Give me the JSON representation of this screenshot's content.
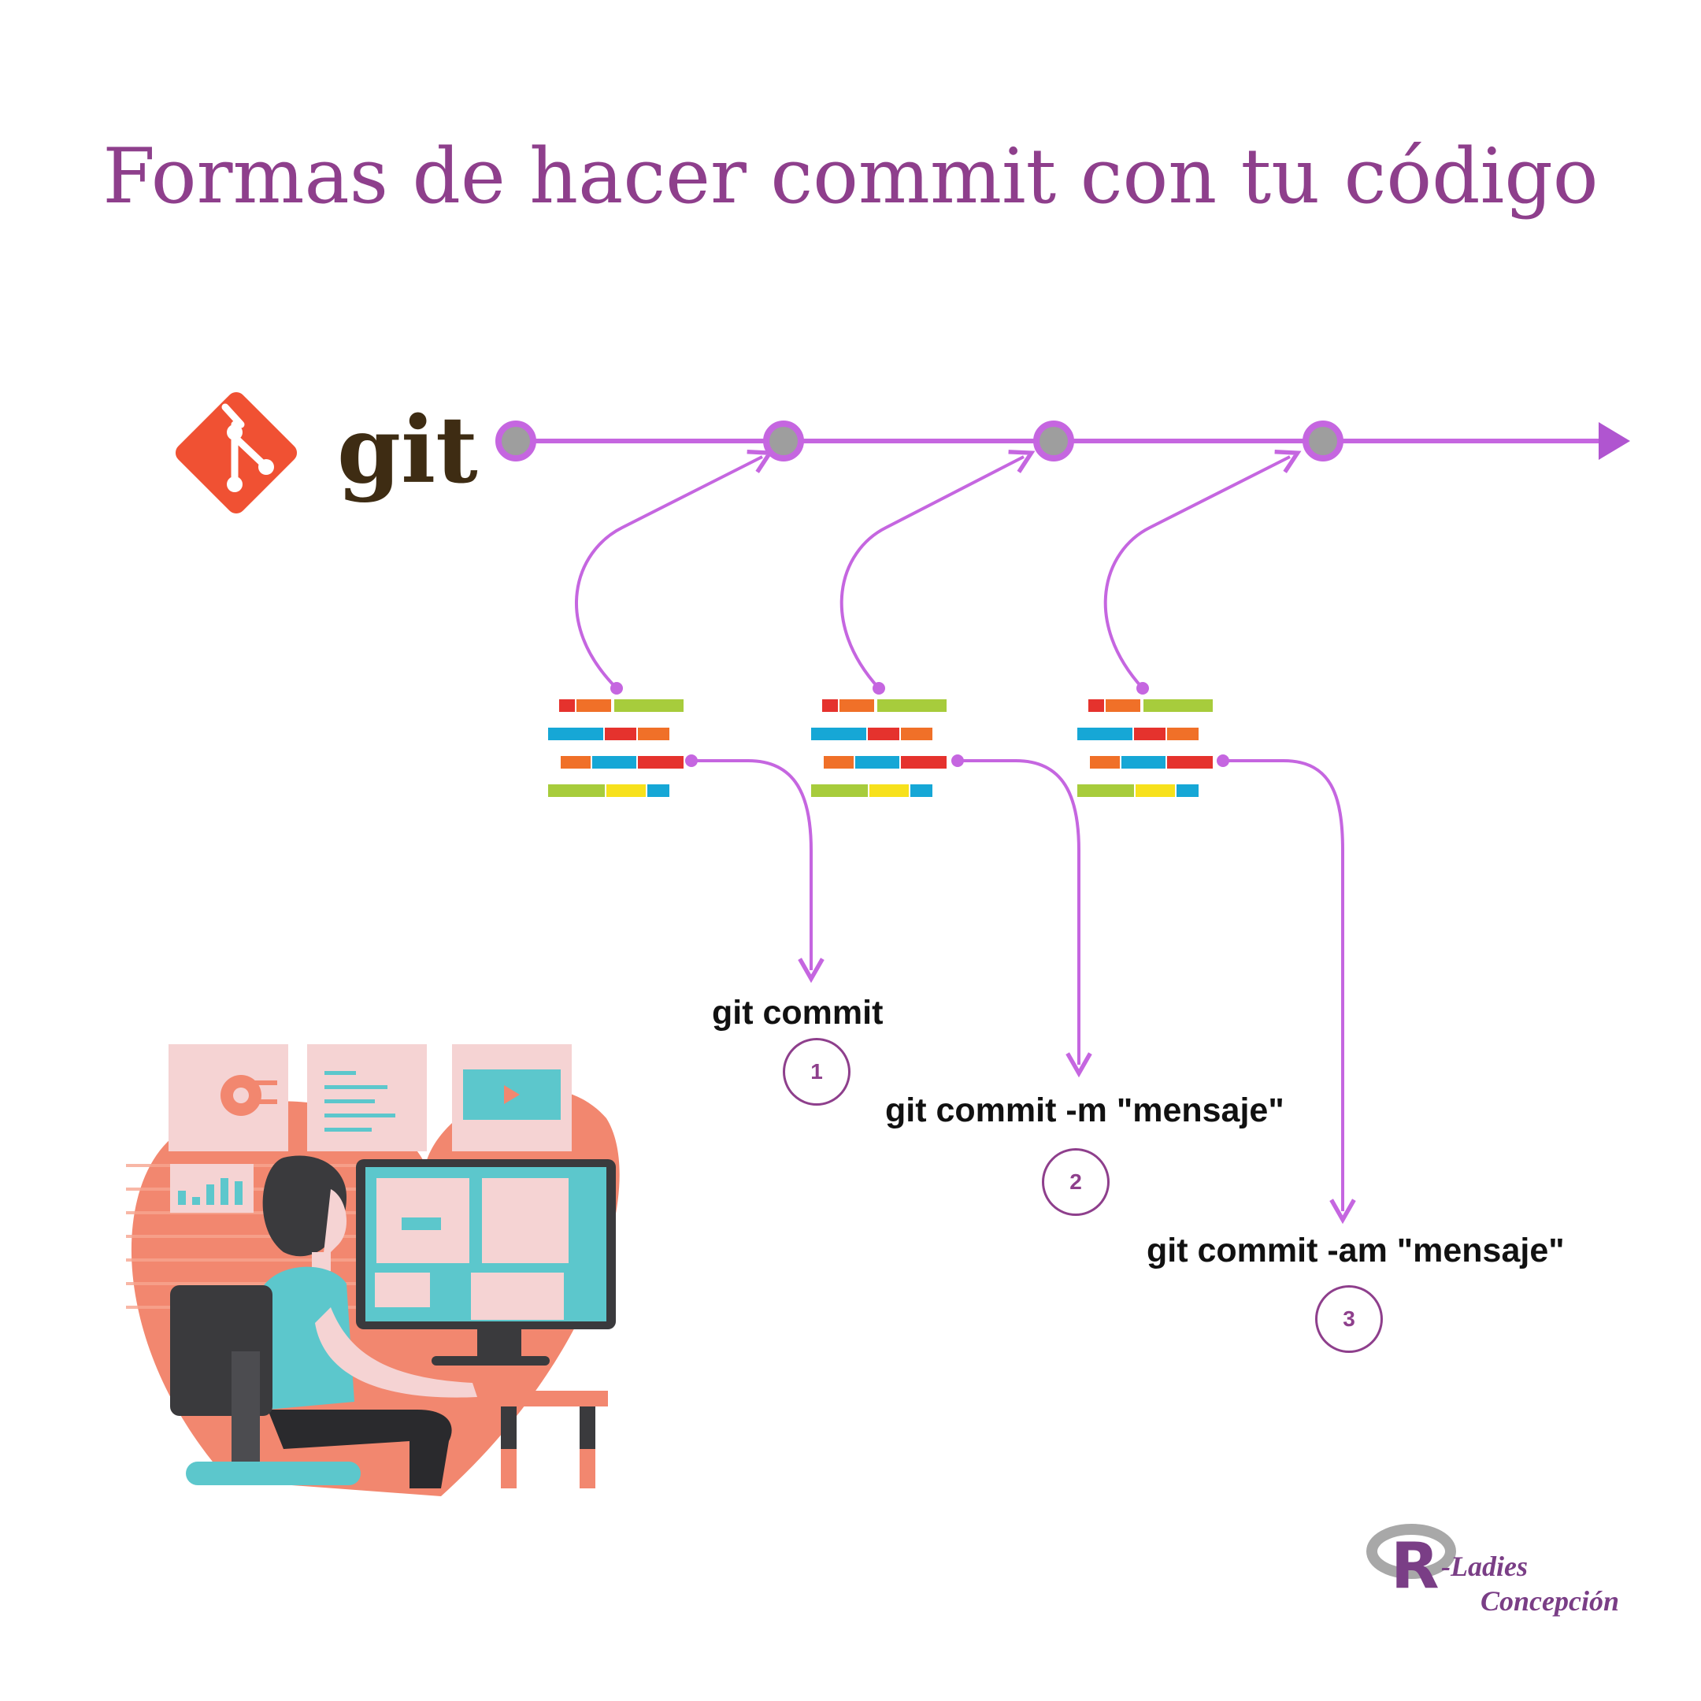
{
  "title": "Formas de hacer commit con tu código",
  "logo": {
    "text": "git",
    "icon": "git-diamond-icon",
    "color": "#f05133",
    "text_color": "#3e2c13"
  },
  "timeline": {
    "commits": 4,
    "line_color": "#c566e0",
    "node_fill": "#9e9e9e"
  },
  "commands": [
    {
      "label": "git commit",
      "number": "1"
    },
    {
      "label": "git commit -m \"mensaje\"",
      "number": "2"
    },
    {
      "label": "git commit -am \"mensaje\"",
      "number": "3"
    }
  ],
  "colors": {
    "accent": "#8e3f8c",
    "line": "#c566e0"
  },
  "branding": {
    "line1": "-Ladies",
    "line2": "Concepción",
    "mark": "R"
  }
}
